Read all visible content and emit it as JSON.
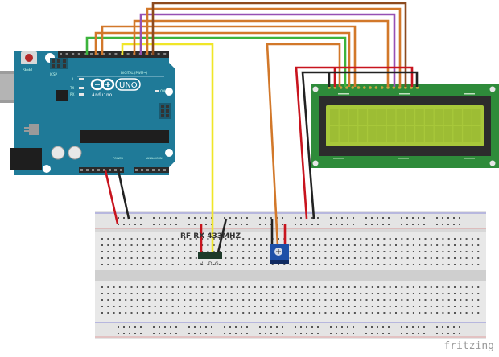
{
  "diagram": {
    "tool": "fritzing",
    "watermark": "fritzing",
    "components": {
      "arduino": {
        "name": "Arduino UNO",
        "logo_text": "Arduino",
        "model_text": "UNO",
        "reset_label": "RESET",
        "icsp_label": "ICSP",
        "digital_label": "DIGITAL (PWM~)",
        "power_label": "POWER",
        "analog_label": "ANALOG IN",
        "led_labels": [
          "L",
          "TX",
          "RX"
        ],
        "on_label": "ON",
        "board_color": "#1f7a98"
      },
      "lcd": {
        "name": "16x2 LCD",
        "pcb_color": "#2e8b3a",
        "screen_color": "#a8c83a"
      },
      "rf_receiver": {
        "label": "RF RX 433MHZ",
        "pin_labels": [
          "V",
          "D",
          "G"
        ]
      },
      "potentiometer": {
        "name": "Trimmer potentiometer",
        "color": "#1e50a8"
      },
      "breadboard": {
        "name": "Breadboard"
      }
    },
    "wire_colors": {
      "red": "#c8141e",
      "black": "#222222",
      "green": "#3cb43c",
      "orange": "#d2782a",
      "purple": "#9650b4",
      "brown": "#8c4a1e",
      "yellow": "#f0e628"
    }
  }
}
